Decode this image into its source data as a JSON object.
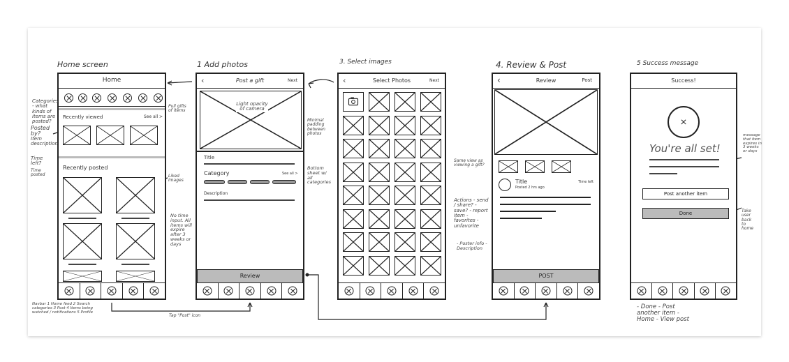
{
  "captions": {
    "home": "Home screen",
    "add": "1 Add photos",
    "select": "3. Select images",
    "review": "4. Review & Post",
    "success": "5 Success message"
  },
  "home": {
    "title": "Home",
    "recently_viewed": "Recently viewed",
    "see_all": "See all >",
    "recently_posted": "Recently posted"
  },
  "add": {
    "title": "Post a gift",
    "next": "Next",
    "photo_note": "Light opacity of camera",
    "title_label": "Title",
    "category_label": "Category",
    "see_all": "See all >",
    "description_label": "Description",
    "review_button": "Review"
  },
  "select": {
    "title": "Select Photos",
    "next": "Next"
  },
  "review": {
    "title": "Review",
    "post": "Post",
    "item_title": "Title",
    "posted": "Posted 2 hrs ago",
    "time_left": "Time left",
    "post_button": "POST"
  },
  "success": {
    "title": "Success!",
    "message": "You're all set!",
    "post_another": "Post another item",
    "done": "Done"
  },
  "notes": {
    "categories": "Categories - what kinds of items are posted?",
    "posted_by": "Posted by?",
    "item_description": "Item description",
    "time_left": "Time left?",
    "time_posted": "Time posted",
    "pull_items": "Pull gifts of items",
    "liked_images": "Liked images",
    "no_time": "No time input. All items will expire after 3 weeks or days",
    "minimal_padding": "Minimal padding between photos",
    "bottom_sheet": "Bottom sheet w/ all categories",
    "same_view": "Same view as viewing a gift?",
    "actions": "Actions - send / share? - save? - report item - favorites - unfavorite",
    "poster_info": "- Poster info - Description",
    "message_note": "message that item expires in 3 weeks or days",
    "take_back": "Take user back to home",
    "navbar": "Navbar 1 Home feed 2 Search categories 3 Post 4 Items being watched / notifications 5 Profile",
    "tap_post": "Tap \"Post\" icon",
    "done_list": "- Done - Post another item - Home - View post"
  }
}
